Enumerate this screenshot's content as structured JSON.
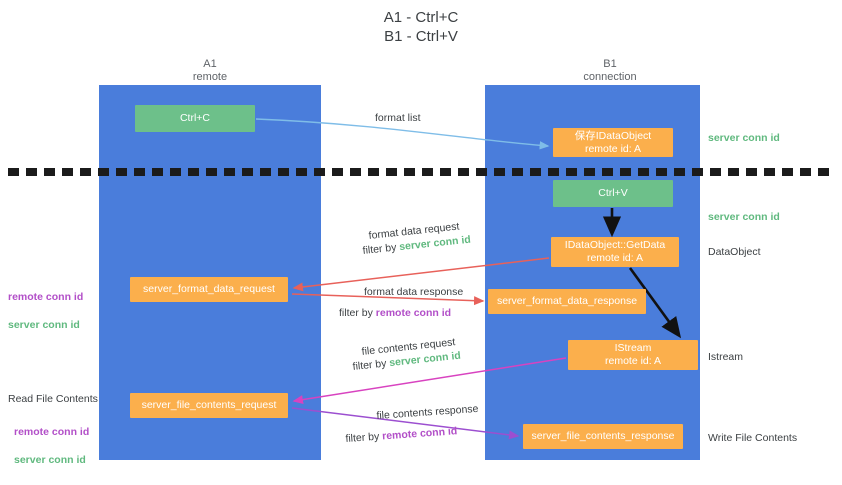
{
  "title": "A1 - Ctrl+C\nB1 - Ctrl+V",
  "columns": {
    "left": {
      "name": "A1",
      "role": "remote",
      "label": "A1\nremote"
    },
    "right": {
      "name": "B1",
      "role": "connection",
      "label": "B1\nconnection"
    }
  },
  "boxes": {
    "ctrl_c": "Ctrl+C",
    "save_dataobject": "保存IDataObject\nremote id: A",
    "ctrl_v": "Ctrl+V",
    "getdata": "IDataObject::GetData\nremote id: A",
    "istream": "IStream\nremote id: A",
    "server_format_data_request": "server_format_data_request",
    "server_format_data_response": "server_format_data_response",
    "server_file_contents_request": "server_file_contents_request",
    "server_file_contents_response": "server_file_contents_response"
  },
  "arrow_labels": {
    "format_list": "format list",
    "format_data_request": "format data request",
    "format_data_request_filter_pre": "filter by ",
    "format_data_request_filter_key": "server conn id",
    "format_data_response": "format data response",
    "format_data_response_filter_pre": "filter by ",
    "format_data_response_filter_key": "remote conn id",
    "file_contents_request": "file contents request",
    "file_contents_request_filter_pre": "filter by ",
    "file_contents_request_filter_key": "server conn id",
    "file_contents_response": "file contents response",
    "file_contents_response_filter_pre": "filter by ",
    "file_contents_response_filter_key": "remote conn id"
  },
  "annotations": {
    "server_conn_id_top": "server conn id",
    "server_conn_id_second": "server conn id",
    "dataobject": "DataObject",
    "istream": "Istream",
    "write_file_contents": "Write File Contents",
    "read_file_contents": "Read File Contents",
    "remote_conn_id": "remote conn id",
    "server_conn_id": "server conn id"
  },
  "colors": {
    "lane": "#4a7ddb",
    "green_box": "#6dc08a",
    "orange_box": "#fbaf4c",
    "green_text": "#60b97f",
    "purple_text": "#b24fc8",
    "arrow_blue": "#7fbde8",
    "arrow_red": "#e8615a",
    "arrow_magenta": "#d843c0",
    "arrow_purple": "#9c4fd0",
    "arrow_black": "#111111",
    "dashed_line": "#1b1b1b"
  }
}
